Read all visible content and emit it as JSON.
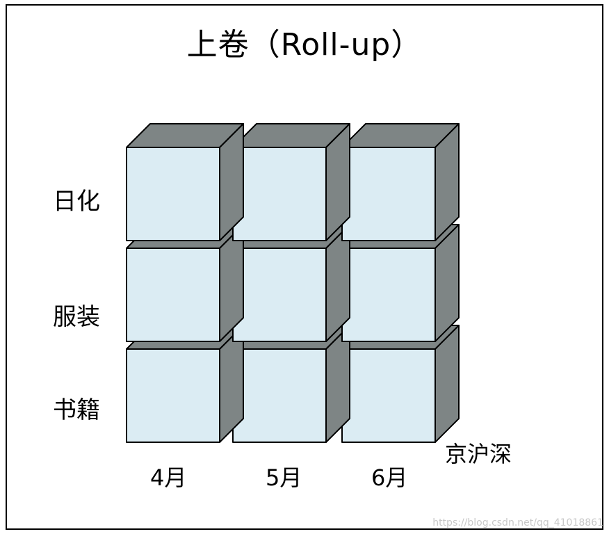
{
  "title": "上卷（Roll-up）",
  "row_labels": [
    "日化",
    "服装",
    "书籍"
  ],
  "column_labels": [
    "4月",
    "5月",
    "6月"
  ],
  "depth_label": "京沪深",
  "watermark": "https://blog.csdn.net/qq_41018861",
  "colors": {
    "cube_front": "#dbecf3",
    "cube_top": "#7e8585",
    "cube_side": "#7e8585",
    "edge": "#000000"
  }
}
